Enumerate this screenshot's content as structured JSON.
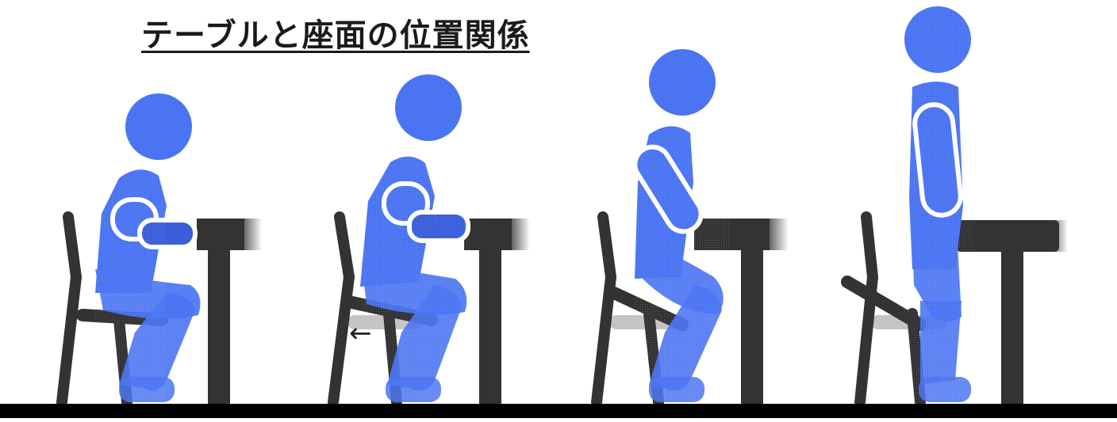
{
  "title": "テーブルと座面の位置関係",
  "arrow_symbol": "←",
  "scenes": [
    {
      "name": "scene-1"
    },
    {
      "name": "scene-2"
    },
    {
      "name": "scene-3"
    },
    {
      "name": "scene-4"
    }
  ],
  "colors": {
    "body": "#4a74f2",
    "body_dark": "#3a5fdb",
    "furniture": "#333333",
    "floor": "#000000",
    "seat_shadow": "#c4c4c4",
    "outline": "#ffffff"
  }
}
